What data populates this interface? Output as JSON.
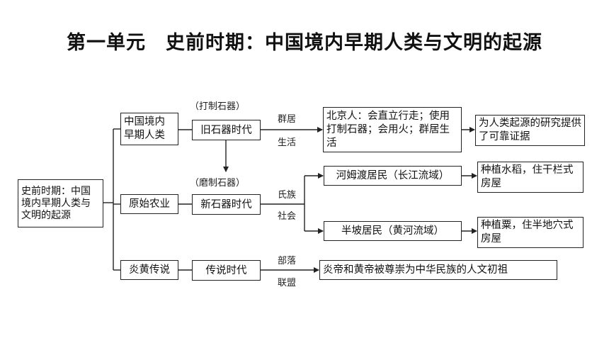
{
  "title": {
    "unit": "第一单元",
    "topic": "史前时期：中国境内早期人类与文明的起源"
  },
  "root": "史前时期：中国境内早期人类与文明的起源",
  "branches": {
    "early_humans": {
      "category": "中国境内早期人类",
      "era": "旧石器时代",
      "era_note": "（打制石器）",
      "link_top": "群居",
      "link_bottom": "生活",
      "detail": "北京人：会直立行走；使用打制石器；会用火；群居生活",
      "significance": "为人类起源的研究提供了可靠证据"
    },
    "agriculture": {
      "category": "原始农业",
      "era": "新石器时代",
      "era_note": "（磨制石器）",
      "link_top": "氏族",
      "link_bottom": "社会",
      "site1": "河姆渡居民（长江流域）",
      "site1_result": "种植水稻，住干栏式房屋",
      "site2": "半坡居民（黄河流域）",
      "site2_result": "种植粟，住半地穴式房屋"
    },
    "legend": {
      "category": "炎黄传说",
      "era": "传说时代",
      "link_top": "部落",
      "link_bottom": "联盟",
      "result": "炎帝和黄帝被尊崇为中华民族的人文初祖"
    }
  }
}
